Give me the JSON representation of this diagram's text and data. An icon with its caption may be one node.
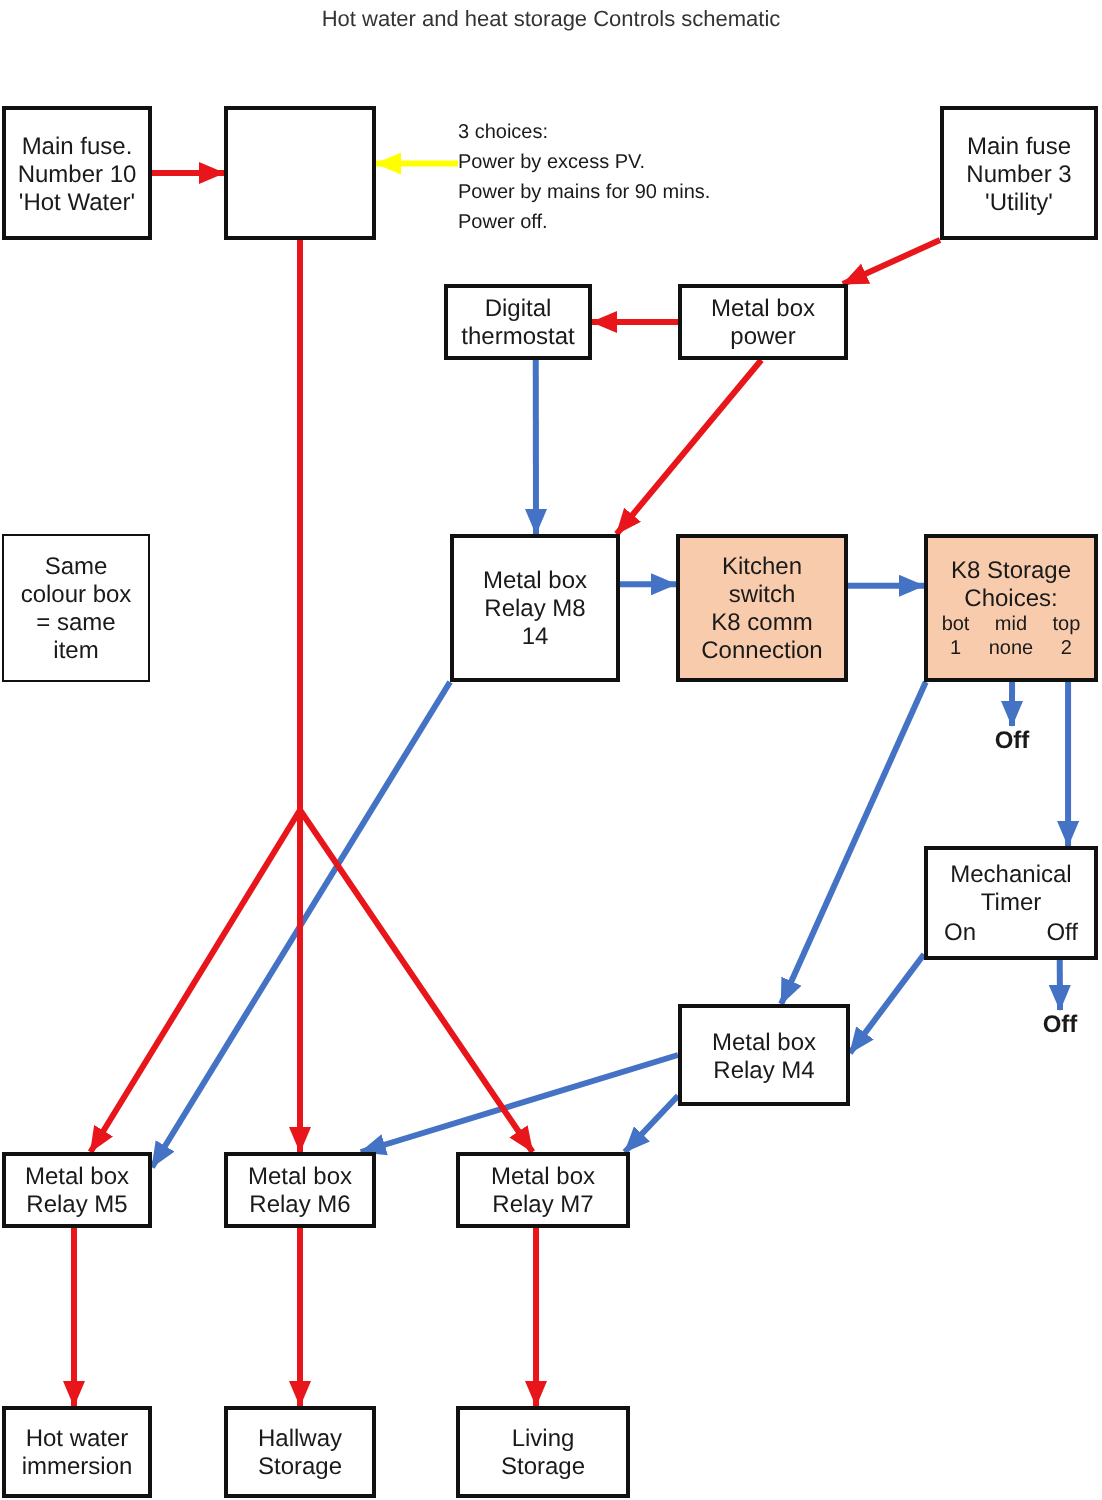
{
  "diagram": {
    "title": "Hot water and heat storage Controls schematic",
    "nodes": [
      {
        "text": [
          "Main fuse. Number 10 'Hot Water'"
        ]
      },
      {
        "text": [],
        "shape": "box"
      },
      {
        "text": [
          "3 choices:",
          "Power by excess PV.",
          "Power by mains for 90 mins.",
          "Power off."
        ]
      },
      {
        "text": [
          "Main fuse Number 3 'Utility'"
        ]
      },
      {
        "text": [
          "Digital thermostat"
        ]
      },
      {
        "text": [
          "Metal box power"
        ]
      },
      {
        "text": [
          "Same colour box = same item"
        ]
      },
      {
        "text": [
          "Metal box Relay M8 14"
        ]
      },
      {
        "text": [
          "Kitchen switch",
          "K8 comm Connection"
        ]
      },
      {
        "text": [
          "K8 Storage Choices:",
          "bot 1",
          "mid none",
          "top 2"
        ]
      },
      {
        "text": [
          "Off"
        ]
      },
      {
        "text": [
          "Mechanical Timer",
          "On",
          "Off"
        ]
      },
      {
        "text": [
          "Off"
        ]
      },
      {
        "text": [
          "Metal box Relay M4"
        ]
      },
      {
        "text": [
          "Metal box Relay M5"
        ]
      },
      {
        "text": [
          "Metal box Relay M6"
        ]
      },
      {
        "text": [
          "Metal box Relay M7"
        ]
      },
      {
        "text": [
          "Hot water immersion"
        ]
      },
      {
        "text": [
          "Hallway Storage"
        ]
      },
      {
        "text": [
          "Living Storage"
        ]
      }
    ],
    "edges": [
      {
        "from": 0,
        "to": 1,
        "arrow": "to",
        "color": "#e8151b"
      },
      {
        "from": 2,
        "to": 1,
        "arrow": "to",
        "color": "#ffff00"
      },
      {
        "from": 3,
        "to": 5,
        "arrow": "to",
        "color": "#e8151b"
      },
      {
        "from": 5,
        "to": 4,
        "arrow": "to",
        "color": "#e8151b"
      },
      {
        "from": 5,
        "to": 7,
        "arrow": "to",
        "color": "#e8151b"
      },
      {
        "from": 4,
        "to": 7,
        "arrow": "to"
      },
      {
        "from": 7,
        "to": 8,
        "arrow": "to"
      },
      {
        "from": 8,
        "to": 9,
        "arrow": "to"
      },
      {
        "from": 9,
        "to": 10,
        "arrow": "to"
      },
      {
        "from": 9,
        "to": 11,
        "arrow": "to"
      },
      {
        "from": 9,
        "to": 13,
        "arrow": "to"
      },
      {
        "from": 11,
        "to": 12,
        "arrow": "to"
      },
      {
        "from": 11,
        "to": 13,
        "arrow": "to"
      },
      {
        "from": 7,
        "to": 14,
        "arrow": "to"
      },
      {
        "from": 13,
        "to": 15,
        "arrow": "to"
      },
      {
        "from": 13,
        "to": 16,
        "arrow": "to"
      },
      {
        "from": 1,
        "to": 14,
        "arrow": "to",
        "color": "#e8151b"
      },
      {
        "from": 1,
        "to": 15,
        "arrow": "to",
        "color": "#e8151b"
      },
      {
        "from": 1,
        "to": 16,
        "arrow": "to",
        "color": "#e8151b"
      },
      {
        "from": 14,
        "to": 17,
        "arrow": "to",
        "color": "#e8151b"
      },
      {
        "from": 15,
        "to": 18,
        "arrow": "to",
        "color": "#e8151b"
      },
      {
        "from": 16,
        "to": 19,
        "arrow": "to",
        "color": "#e8151b"
      }
    ]
  }
}
